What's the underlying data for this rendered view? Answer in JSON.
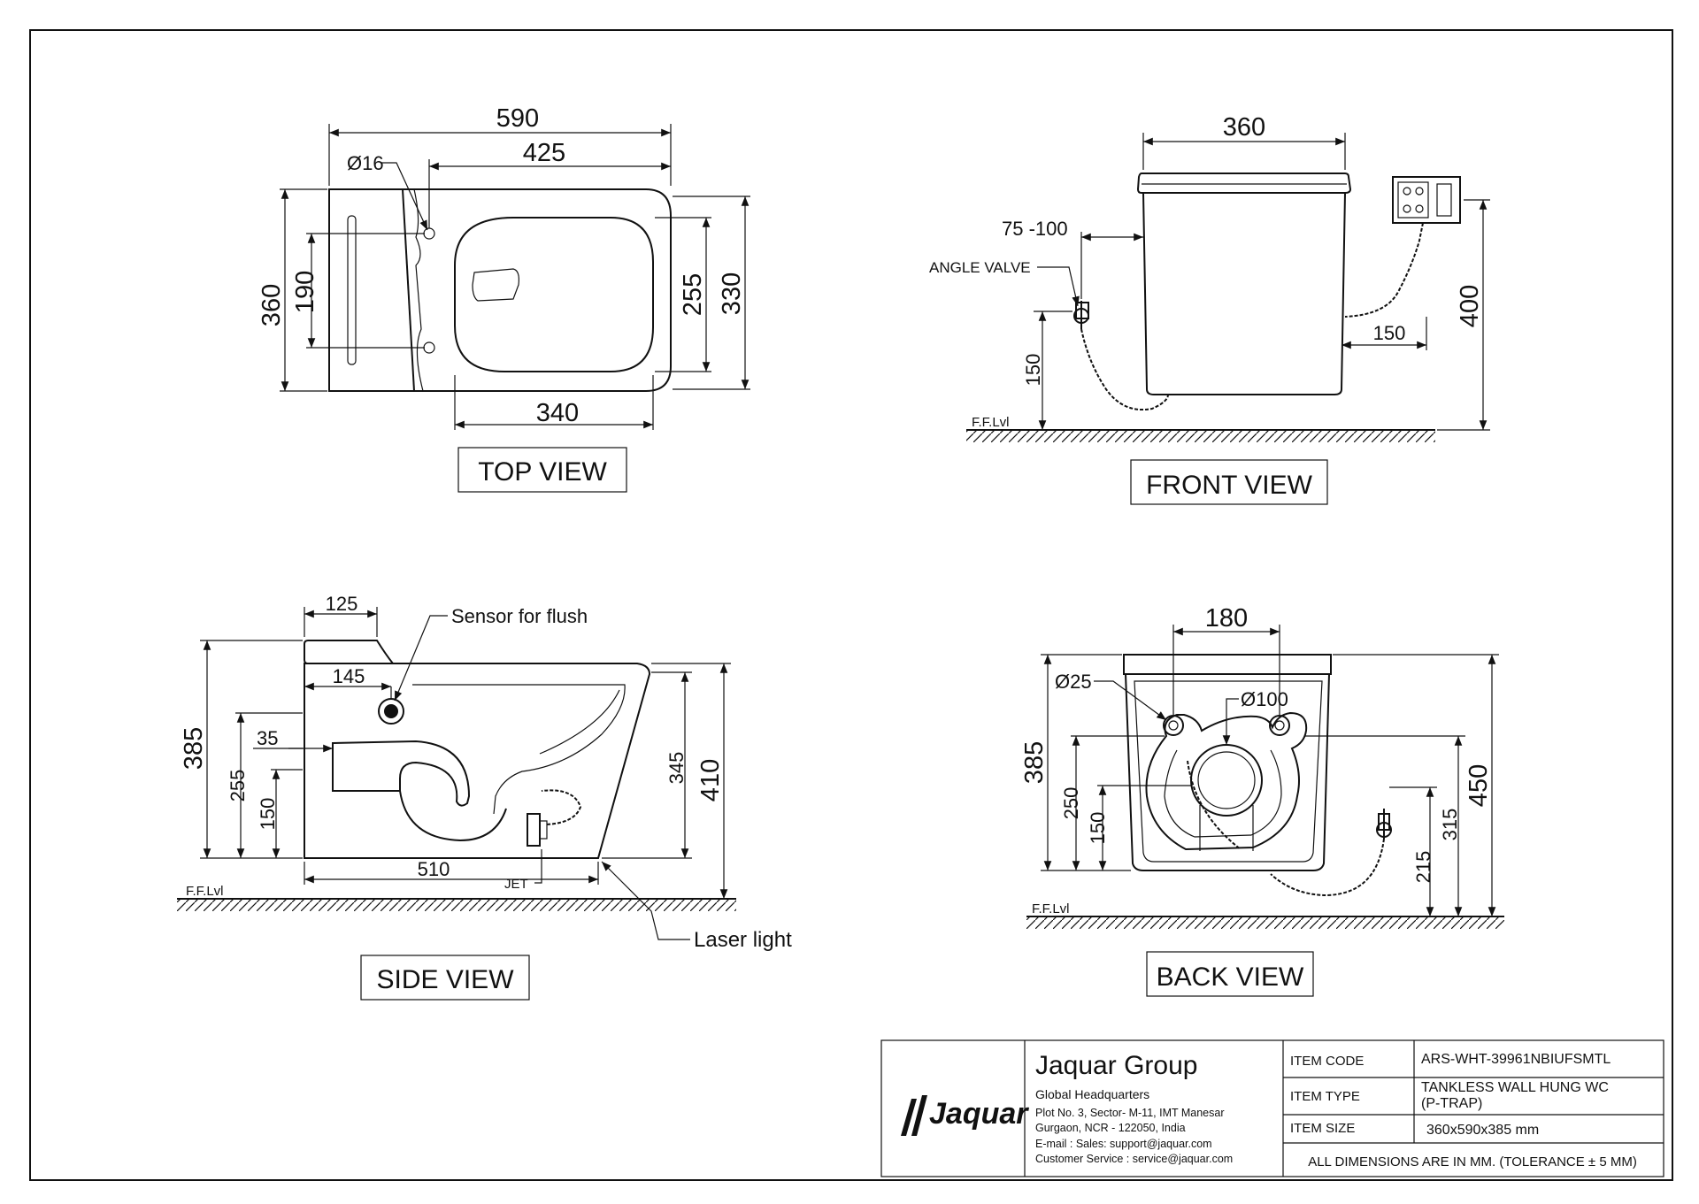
{
  "views": {
    "top": "TOP VIEW",
    "front": "FRONT VIEW",
    "side": "SIDE VIEW",
    "back": "BACK VIEW"
  },
  "top_view": {
    "d590": "590",
    "d425": "425",
    "dia16": "Ø16",
    "d360": "360",
    "d190": "190",
    "d255": "255",
    "d330": "330",
    "d340": "340"
  },
  "front_view": {
    "d360": "360",
    "d75_100": "75 -100",
    "angle_valve": "ANGLE VALVE",
    "d150v": "150",
    "d150h": "150",
    "d400": "400",
    "ffl": "F.F.Lvl"
  },
  "side_view": {
    "d125": "125",
    "sensor": "Sensor for flush",
    "d145": "145",
    "d385": "385",
    "d35": "35",
    "d255": "255",
    "d150": "150",
    "d345": "345",
    "d410": "410",
    "d510": "510",
    "jet": "JET",
    "ffl": "F.F.Lvl",
    "laser": "Laser light"
  },
  "back_view": {
    "d180": "180",
    "dia25": "Ø25",
    "dia100": "Ø100",
    "d385": "385",
    "d250": "250",
    "d150": "150",
    "d215": "215",
    "d315": "315",
    "d450": "450",
    "ffl": "F.F.Lvl"
  },
  "title_block": {
    "logo": "Jaquar",
    "company": "Jaquar Group",
    "hq": "Global Headquarters",
    "addr1": "Plot No. 3, Sector- M-11, IMT Manesar",
    "addr2": "Gurgaon, NCR - 122050, India",
    "email": "E-mail : Sales: support@jaquar.com",
    "service": "Customer Service : service@jaquar.com",
    "code_label": "ITEM  CODE",
    "code_value": "ARS-WHT-39961NBIUFSMTL",
    "type_label": "ITEM  TYPE",
    "type_value1": "TANKLESS WALL HUNG WC",
    "type_value2": "(P-TRAP)",
    "size_label": "ITEM  SIZE",
    "size_value": "360x590x385 mm",
    "note": "ALL DIMENSIONS ARE IN MM. (TOLERANCE ± 5 MM)"
  }
}
